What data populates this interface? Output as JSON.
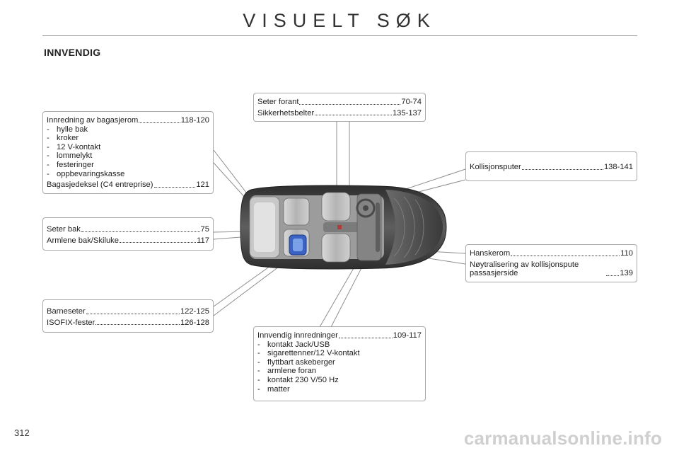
{
  "page": {
    "title": "VISUELT SØK",
    "section_heading": "INNVENDIG",
    "page_number": "312",
    "watermark": "carmanualsonline.info"
  },
  "boxes": {
    "luggage": {
      "main": {
        "label": "Innredning av bagasjerom",
        "pages": "118-120"
      },
      "items": [
        "hylle bak",
        "kroker",
        "12 V-kontakt",
        "lommelykt",
        "festeringer",
        "oppbevaringskasse"
      ],
      "extra": {
        "label": "Bagasjedeksel (C4 entreprise)",
        "pages": "121"
      }
    },
    "front_seats": {
      "seats": {
        "label": "Seter forant",
        "pages": "70-74"
      },
      "belts": {
        "label": "Sikkerhetsbelter",
        "pages": "135-137"
      }
    },
    "airbags": {
      "label": "Kollisjonsputer",
      "pages": "138-141"
    },
    "rear_seats": {
      "seats": {
        "label": "Seter bak",
        "pages": "75"
      },
      "armrest": {
        "label": "Armlene bak/Skiluke",
        "pages": "117"
      }
    },
    "glovebox": {
      "glove": {
        "label": "Hanskerom",
        "pages": "110"
      },
      "neutral": {
        "label": "Nøytralisering av kollisjonspute passasjerside",
        "pages": "139"
      }
    },
    "child_seats": {
      "seats": {
        "label": "Barneseter",
        "pages": "122-125"
      },
      "isofix": {
        "label": "ISOFIX-fester",
        "pages": "126-128"
      }
    },
    "interior": {
      "main": {
        "label": "Innvendig innredninger",
        "pages": "109-117"
      },
      "items": [
        "kontakt Jack/USB",
        "sigarettenner/12 V-kontakt",
        "flyttbart askeberger",
        "armlene foran",
        "kontakt 230 V/50 Hz",
        "matter"
      ]
    }
  },
  "sub_bullet": "-",
  "colors": {
    "callout_border": "#a9a9a9",
    "leader_line": "#8e8e8e",
    "car_body": "#4d4d4d",
    "child_seat": "#3a63c4"
  }
}
